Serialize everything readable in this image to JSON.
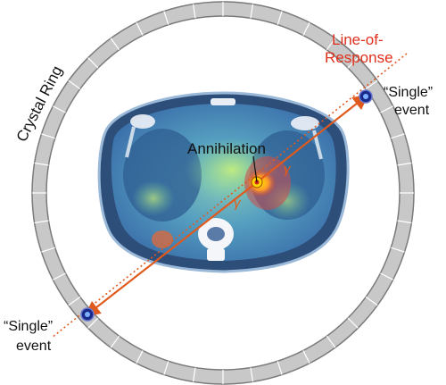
{
  "labels": {
    "ring": "Crystal Ring",
    "lor_line1": "Line-of-",
    "lor_line2": "Response",
    "annihilation": "Annihilation",
    "single_q": "“Single”",
    "event": "event",
    "gamma": "γ"
  },
  "colors": {
    "ring_fill": "#c8c8c8",
    "ring_stroke": "#7a7a7a",
    "lor": "#e05a1e",
    "lor_label": "#e0301e",
    "gamma": "#e85a10",
    "detector": "#1a2a8a",
    "text": "#111111"
  }
}
